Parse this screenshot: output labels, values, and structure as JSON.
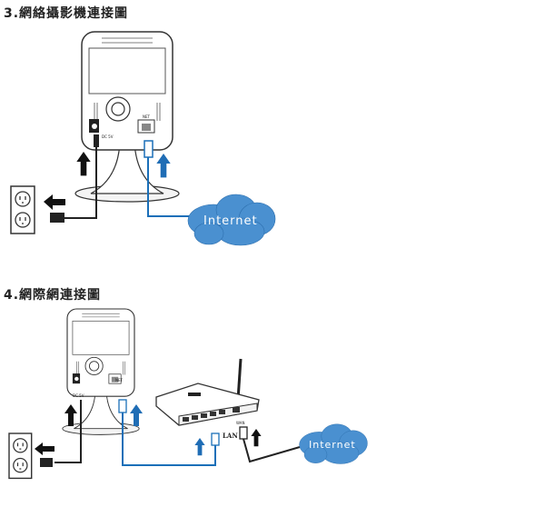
{
  "sections": [
    {
      "title": "3.網絡攝影機連接圖",
      "port_label": "NET",
      "power_label": "DC 5V",
      "cloud_label": "Internet"
    },
    {
      "title": "4.網際網連接圖",
      "port_label": "NET",
      "power_label": "DC 5V",
      "cloud_label": "Internet",
      "lan_label": "LAN",
      "wan_label": "WAN"
    }
  ],
  "colors": {
    "cable_blue": "#1a6fb8",
    "cloud_blue": "#4a90d0",
    "arrow_blue": "#1f6db5",
    "line": "#222222"
  }
}
